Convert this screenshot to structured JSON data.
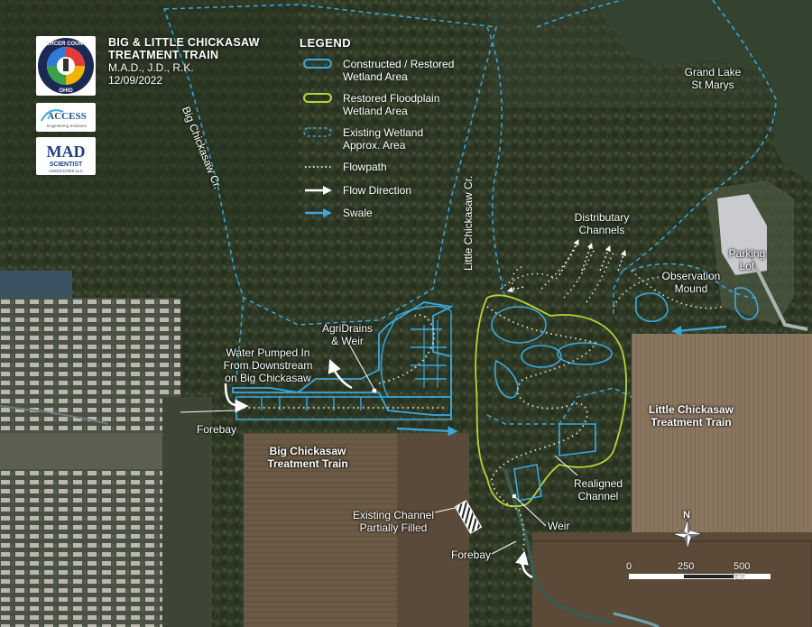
{
  "title": {
    "line1": "BIG & LITTLE CHICKASAW",
    "line2": "TREATMENT TRAIN",
    "authors": "M.A.D., J.D., R.K.",
    "date": "12/09/2022"
  },
  "logos": {
    "mercer_county": "MERCER COUNTY OHIO",
    "access": "ACCESS",
    "access_sub": "Engineering Solutions",
    "mad": "MAD",
    "mad_sub": "SCIENTIST ASSOCIATES LLC"
  },
  "legend": {
    "title": "LEGEND",
    "items": [
      {
        "label1": "Constructed / Restored",
        "label2": "Wetland Area",
        "symbol": "blue-outline",
        "color": "#3aa8e0"
      },
      {
        "label1": "Restored Floodplain",
        "label2": "Wetland Area",
        "symbol": "green-outline",
        "color": "#b8d435"
      },
      {
        "label1": "Existing Wetland",
        "label2": "Approx. Area",
        "symbol": "dashed-outline",
        "color": "#3aa8e0"
      },
      {
        "label1": "Flowpath",
        "label2": "",
        "symbol": "dotted-line",
        "color": "#e8e2b8"
      },
      {
        "label1": "Flow Direction",
        "label2": "",
        "symbol": "white-arrow",
        "color": "#ffffff"
      },
      {
        "label1": "Swale",
        "label2": "",
        "symbol": "blue-arrow",
        "color": "#3aa8e0"
      }
    ]
  },
  "labels": {
    "big_chickasaw_cr": "Big Chickasaw Cr.",
    "little_chickasaw_cr": "Little Chickasaw Cr.",
    "grand_lake_1": "Grand Lake",
    "grand_lake_2": "St Marys",
    "distributary_1": "Distributary",
    "distributary_2": "Channels",
    "parking_1": "Parking",
    "parking_2": "Lot",
    "observation_1": "Observation",
    "observation_2": "Mound",
    "agridrains_1": "AgriDrains",
    "agridrains_2": "& Weir",
    "water_pumped_1": "Water Pumped In",
    "water_pumped_2": "From Downstream",
    "water_pumped_3": "on Big Chickasaw",
    "forebay_left": "Forebay",
    "forebay_bottom": "Forebay",
    "big_train_1": "Big Chickasaw",
    "big_train_2": "Treatment Train",
    "little_train_1": "Little Chickasaw",
    "little_train_2": "Treatment Train",
    "realigned_1": "Realigned",
    "realigned_2": "Channel",
    "existing_channel_1": "Existing Channel",
    "existing_channel_2": "Partially Filled",
    "weir": "Weir"
  },
  "north": "N",
  "scale": {
    "t0": "0",
    "t1": "250",
    "t2": "500 FT"
  }
}
